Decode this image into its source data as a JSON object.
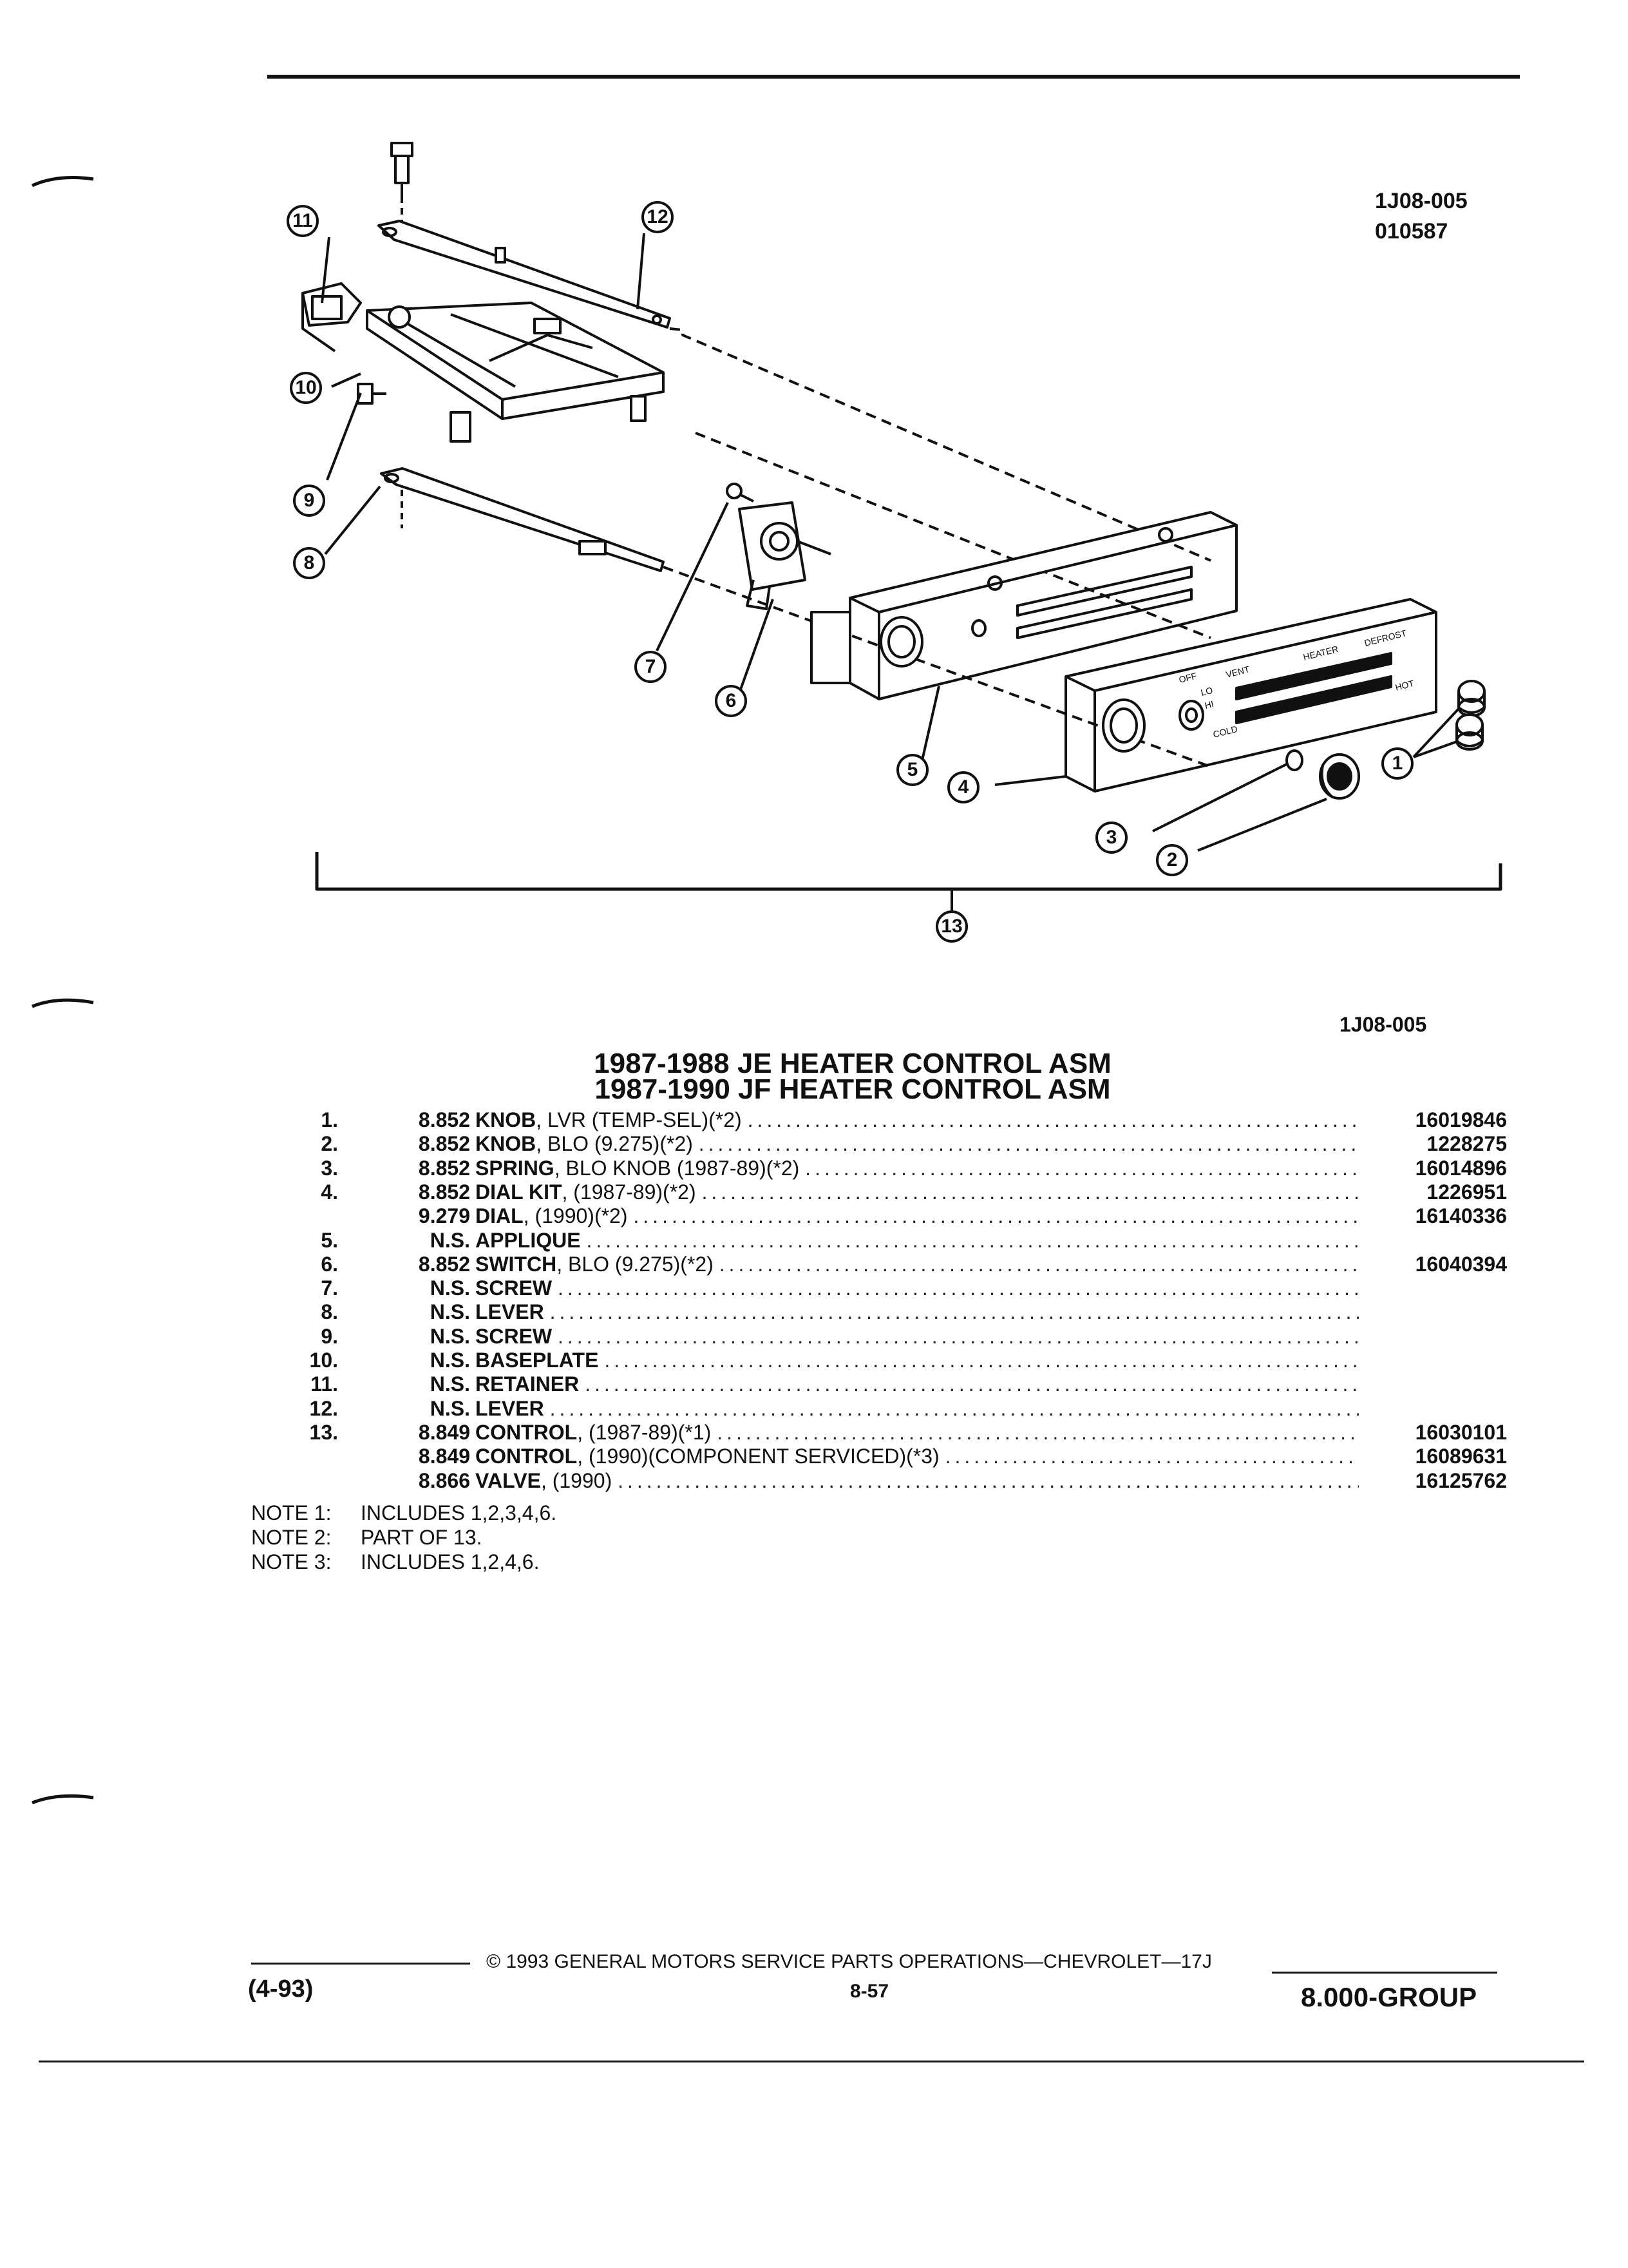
{
  "drawing": {
    "ref_code": "1J08-005",
    "ref_date": "010587",
    "callouts": [
      "1",
      "2",
      "3",
      "4",
      "5",
      "6",
      "7",
      "8",
      "9",
      "10",
      "11",
      "12",
      "13"
    ],
    "panel_labels": {
      "off": "OFF",
      "lo": "LO",
      "hi": "HI",
      "vent": "VENT",
      "heater": "HEATER",
      "defrost": "DEFROST",
      "cold": "COLD",
      "hot": "HOT"
    }
  },
  "figure_ref": "1J08-005",
  "title_line1": "1987-1988 JE HEATER CONTROL ASM",
  "title_line2": "1987-1990 JF HEATER CONTROL ASM",
  "parts": [
    {
      "num": "1.",
      "group": "8.852",
      "name": "KNOB",
      "detail": ", LVR (TEMP-SEL)(*2)",
      "part_no": "16019846"
    },
    {
      "num": "2.",
      "group": "8.852",
      "name": "KNOB",
      "detail": ", BLO (9.275)(*2)",
      "part_no": "1228275"
    },
    {
      "num": "3.",
      "group": "8.852",
      "name": "SPRING",
      "detail": ", BLO KNOB (1987-89)(*2)",
      "part_no": "16014896"
    },
    {
      "num": "4.",
      "group": "8.852",
      "name": "DIAL KIT",
      "detail": ", (1987-89)(*2)",
      "part_no": "1226951"
    },
    {
      "num": "",
      "group": "9.279",
      "name": "DIAL",
      "detail": ", (1990)(*2)",
      "part_no": "16140336"
    },
    {
      "num": "5.",
      "group": "N.S.",
      "name": "APPLIQUE",
      "detail": "",
      "part_no": ""
    },
    {
      "num": "6.",
      "group": "8.852",
      "name": "SWITCH",
      "detail": ", BLO (9.275)(*2)",
      "part_no": "16040394"
    },
    {
      "num": "7.",
      "group": "N.S.",
      "name": "SCREW",
      "detail": "",
      "part_no": ""
    },
    {
      "num": "8.",
      "group": "N.S.",
      "name": "LEVER",
      "detail": "",
      "part_no": ""
    },
    {
      "num": "9.",
      "group": "N.S.",
      "name": "SCREW",
      "detail": "",
      "part_no": ""
    },
    {
      "num": "10.",
      "group": "N.S.",
      "name": "BASEPLATE",
      "detail": "",
      "part_no": ""
    },
    {
      "num": "11.",
      "group": "N.S.",
      "name": "RETAINER",
      "detail": "",
      "part_no": ""
    },
    {
      "num": "12.",
      "group": "N.S.",
      "name": "LEVER",
      "detail": "",
      "part_no": ""
    },
    {
      "num": "13.",
      "group": "8.849",
      "name": "CONTROL",
      "detail": ", (1987-89)(*1)",
      "part_no": "16030101"
    },
    {
      "num": "",
      "group": "8.849",
      "name": "CONTROL",
      "detail": ", (1990)(COMPONENT SERVICED)(*3)",
      "part_no": "16089631"
    },
    {
      "num": "",
      "group": "8.866",
      "name": "VALVE",
      "detail": ", (1990)",
      "part_no": "16125762"
    }
  ],
  "notes": [
    {
      "label": "NOTE 1:",
      "text": "INCLUDES 1,2,3,4,6."
    },
    {
      "label": "NOTE 2:",
      "text": "PART OF 13."
    },
    {
      "label": "NOTE 3:",
      "text": "INCLUDES 1,2,4,6."
    }
  ],
  "footer": {
    "date_code": "(4-93)",
    "copyright": "© 1993 GENERAL MOTORS SERVICE PARTS OPERATIONS—CHEVROLET—17J",
    "page": "8-57",
    "group": "8.000-GROUP"
  }
}
